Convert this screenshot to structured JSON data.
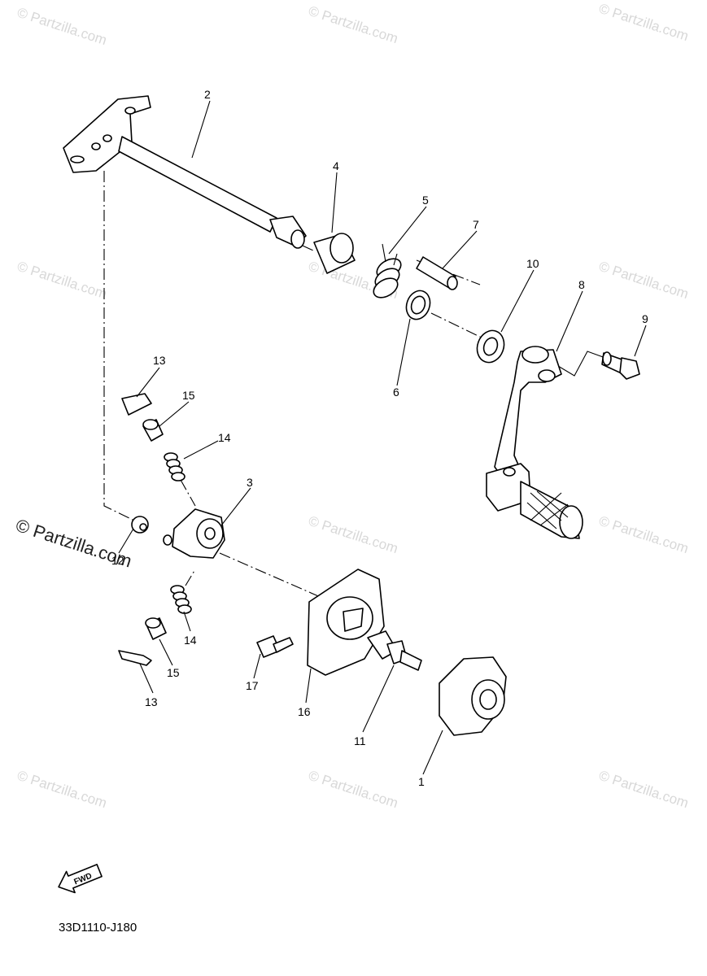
{
  "watermark": {
    "text": "© Partzilla.com",
    "prominent_text": "© Partzilla.com"
  },
  "callouts": {
    "p1": "1",
    "p2": "2",
    "p3": "3",
    "p4": "4",
    "p5": "5",
    "p6": "6",
    "p7": "7",
    "p8": "8",
    "p9": "9",
    "p10": "10",
    "p11": "11",
    "p12": "12",
    "p13a": "13",
    "p13b": "13",
    "p14a": "14",
    "p14b": "14",
    "p15a": "15",
    "p15b": "15",
    "p16": "16",
    "p17": "17"
  },
  "fwd_label": "FWD",
  "diagram_code": "33D1110-J180"
}
